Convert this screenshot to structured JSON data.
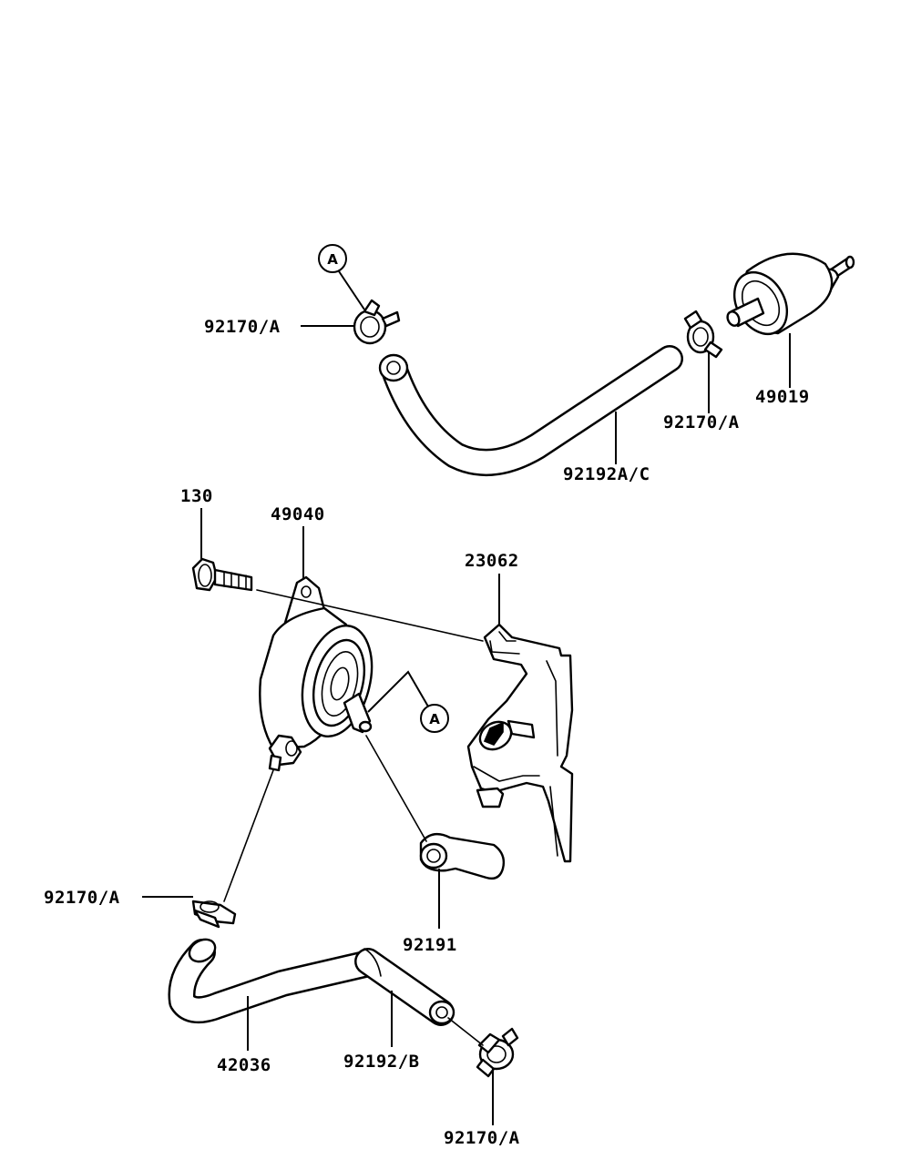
{
  "parts": {
    "clamp_upper_left": "92170/A",
    "clamp_upper_right": "92170/A",
    "fuel_filter": "49019",
    "hose_upper": "92192A/C",
    "bolt": "130",
    "fuel_pump": "49040",
    "bracket": "23062",
    "damper": "92191",
    "clamp_lower_left": "92170/A",
    "pipe": "42036",
    "hose_lower": "92192/B",
    "clamp_bottom": "92170/A"
  },
  "refs": {
    "upper": "A",
    "lower": "A"
  }
}
